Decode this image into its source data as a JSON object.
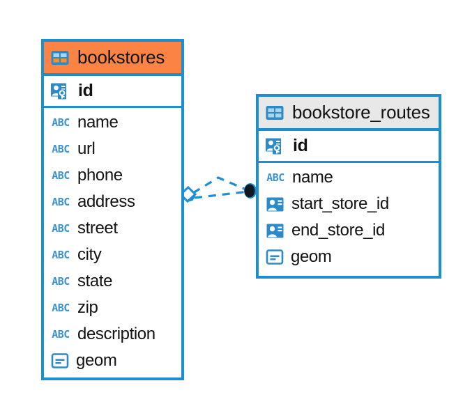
{
  "diagram": {
    "type": "entity-relationship-diagram",
    "background_color": "#ffffff",
    "accent_color": "#1a8fd1",
    "icon_color": "#3d92d0"
  },
  "entities": [
    {
      "id": "bookstores",
      "title": "bookstores",
      "header_color": "#fb8444",
      "table_icon": "table-icon",
      "primary_key": {
        "name": "id",
        "icon": "primary-key-icon"
      },
      "fields": [
        {
          "name": "name",
          "icon": "abc-text-icon",
          "icon_label": "ABC"
        },
        {
          "name": "url",
          "icon": "abc-text-icon",
          "icon_label": "ABC"
        },
        {
          "name": "phone",
          "icon": "abc-text-icon",
          "icon_label": "ABC"
        },
        {
          "name": "address",
          "icon": "abc-text-icon",
          "icon_label": "ABC"
        },
        {
          "name": "street",
          "icon": "abc-text-icon",
          "icon_label": "ABC"
        },
        {
          "name": "city",
          "icon": "abc-text-icon",
          "icon_label": "ABC"
        },
        {
          "name": "state",
          "icon": "abc-text-icon",
          "icon_label": "ABC"
        },
        {
          "name": "zip",
          "icon": "abc-text-icon",
          "icon_label": "ABC"
        },
        {
          "name": "description",
          "icon": "abc-text-icon",
          "icon_label": "ABC"
        },
        {
          "name": "geom",
          "icon": "geometry-icon",
          "icon_label": ""
        }
      ]
    },
    {
      "id": "bookstore_routes",
      "title": "bookstore_routes",
      "header_color": "#e8e8e8",
      "table_icon": "table-icon",
      "primary_key": {
        "name": "id",
        "icon": "primary-key-icon"
      },
      "fields": [
        {
          "name": "name",
          "icon": "abc-text-icon",
          "icon_label": "ABC"
        },
        {
          "name": "start_store_id",
          "icon": "foreign-key-icon",
          "icon_label": ""
        },
        {
          "name": "end_store_id",
          "icon": "foreign-key-icon",
          "icon_label": ""
        },
        {
          "name": "geom",
          "icon": "geometry-icon",
          "icon_label": ""
        }
      ]
    }
  ],
  "relationship": {
    "name": "bookstores-to-bookstore_routes",
    "line_style": "dashed",
    "line_color": "#1a8fd1",
    "source_marker": "diamond-marker",
    "target_marker": "filled-circle-marker",
    "branch_count": 2
  }
}
